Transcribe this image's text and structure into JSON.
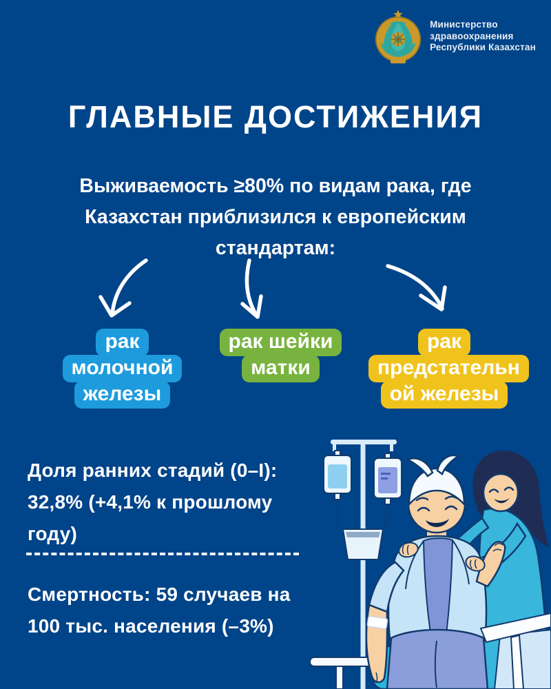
{
  "colors": {
    "background": "#004489",
    "badge_blue": "#1d9bdc",
    "badge_green": "#77b33e",
    "badge_yellow": "#f0c31c",
    "text": "#ffffff",
    "emblem_gold": "#c9992b",
    "emblem_teal": "#2fa79e",
    "illustration_outline": "#123a6d"
  },
  "header": {
    "emblem_icon": "kazakhstan-coat-of-arms",
    "ministry": {
      "lines": [
        "Министерство",
        "здравоохранения",
        "Республики Казахстан"
      ]
    }
  },
  "title": "ГЛАВНЫЕ ДОСТИЖЕНИЯ",
  "subtitle": {
    "full": "Выживаемость ≥80% по видам рака, где Казахстан приблизился к европейским стандартам:",
    "lines": [
      "Выживаемость ≥80% по видам рака, где",
      "Казахстан приблизился к европейским",
      "стандартам:"
    ]
  },
  "arrows": [
    "curved-arrow-down-left",
    "curved-arrow-down",
    "curved-arrow-down-right"
  ],
  "cancer_badges": [
    {
      "id": "breast",
      "color": "#1d9bdc",
      "lines": [
        "рак",
        "молочной",
        "железы"
      ]
    },
    {
      "id": "cervical",
      "color": "#77b33e",
      "lines": [
        "рак шейки",
        "матки"
      ]
    },
    {
      "id": "prostate",
      "color": "#f0c31c",
      "lines": [
        "рак",
        "предстательн",
        "ой железы"
      ]
    }
  ],
  "stats": {
    "early_stage": {
      "full": "Доля ранних стадий (0–I): 32,8% (+4,1% к прошлому году)",
      "lines": [
        "Доля ранних стадий (0–I):",
        "32,8% (+4,1% к прошлому",
        "году)"
      ]
    },
    "mortality": {
      "full": "Смертность: 59 случаев на 100 тыс. населения (–3%)",
      "lines": [
        "Смертность: 59 случаев на",
        "100 тыс. населения (–3%)"
      ]
    }
  },
  "illustration": "cancer-patient-with-iv-stand-and-caregiver"
}
